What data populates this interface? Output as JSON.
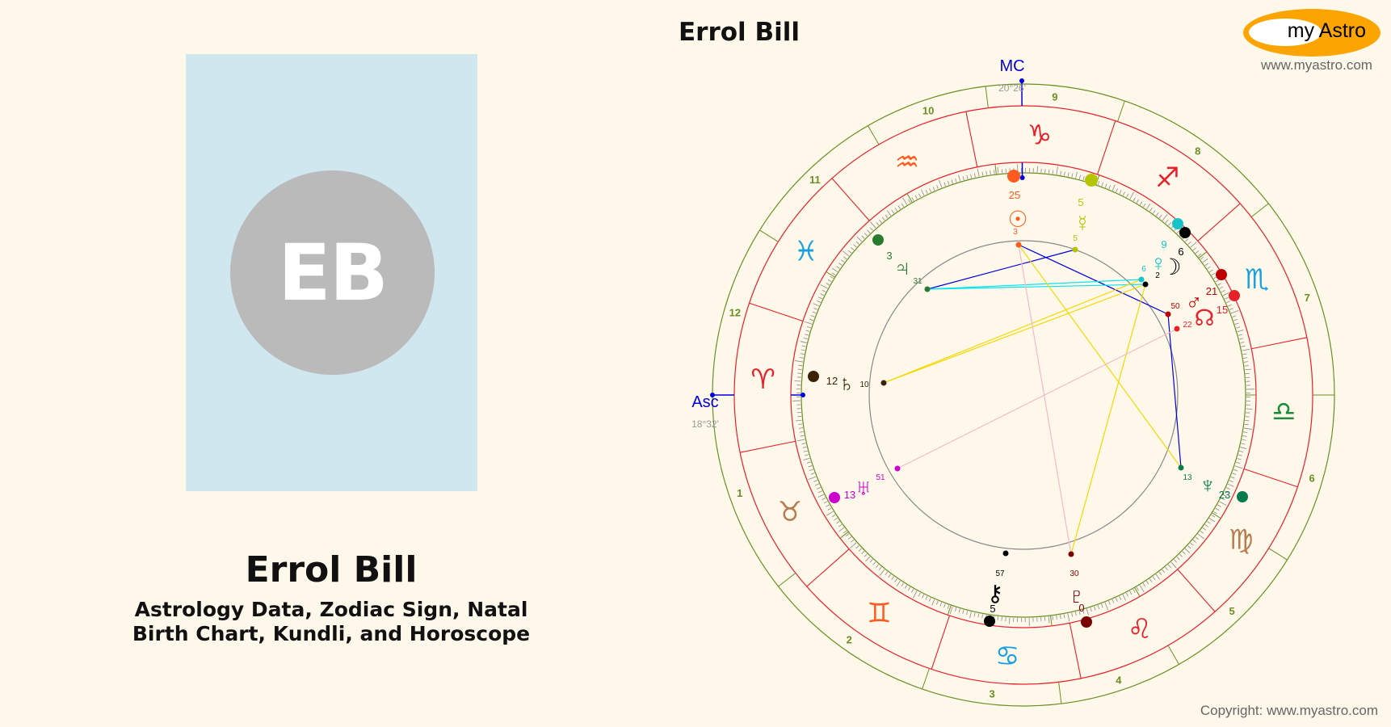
{
  "left_panel": {
    "avatar_initials": "EB",
    "name": "Errol Bill",
    "subtitle_line1": "Astrology Data, Zodiac Sign, Natal",
    "subtitle_line2": "Birth Chart, Kundli, and Horoscope"
  },
  "header": {
    "chart_title": "Errol Bill",
    "logo_text": "my Astro",
    "logo_url": "www.myastro.com"
  },
  "footer": {
    "copyright": "Copyright: www.myastro.com"
  },
  "chart": {
    "mc_label": "MC",
    "mc_degree": "20°26'",
    "asc_label": "Asc",
    "asc_degree": "18°32'",
    "house_numbers": [
      "1",
      "2",
      "3",
      "4",
      "5",
      "6",
      "7",
      "8",
      "9",
      "10",
      "11",
      "12"
    ],
    "zodiac_signs": [
      {
        "name": "aries",
        "glyph": "♈",
        "color": "#e8202a"
      },
      {
        "name": "taurus",
        "glyph": "♉",
        "color": "#b87a50"
      },
      {
        "name": "gemini",
        "glyph": "♊",
        "color": "#ff5a1f"
      },
      {
        "name": "cancer",
        "glyph": "♋",
        "color": "#1aa0e0"
      },
      {
        "name": "leo",
        "glyph": "♌",
        "color": "#e8202a"
      },
      {
        "name": "virgo",
        "glyph": "♍",
        "color": "#b87a50"
      },
      {
        "name": "libra",
        "glyph": "♎",
        "color": "#1e8a3c"
      },
      {
        "name": "scorpio",
        "glyph": "♏",
        "color": "#1aa0e0"
      },
      {
        "name": "sagittarius",
        "glyph": "♐",
        "color": "#e8202a"
      },
      {
        "name": "capricorn",
        "glyph": "♑",
        "color": "#e8202a"
      },
      {
        "name": "aquarius",
        "glyph": "♒",
        "color": "#ff5a1f"
      },
      {
        "name": "pisces",
        "glyph": "♓",
        "color": "#1aa0e0"
      }
    ],
    "planets": [
      {
        "name": "sun",
        "glyph": "☉",
        "deg": "25",
        "min": "3",
        "color": "#ff5a1f"
      },
      {
        "name": "mercury",
        "glyph": "☿",
        "deg": "5",
        "min": "5",
        "color": "#b5c400"
      },
      {
        "name": "venus",
        "glyph": "♀",
        "deg": "9",
        "min": "6",
        "color": "#17c3c8"
      },
      {
        "name": "moon",
        "glyph": "☽",
        "deg": "6",
        "min": "2",
        "color": "#000000"
      },
      {
        "name": "mars",
        "glyph": "♂",
        "deg": "21",
        "min": "50",
        "color": "#c00000"
      },
      {
        "name": "north-node",
        "glyph": "☊",
        "deg": "15",
        "min": "22",
        "color": "#e8202a"
      },
      {
        "name": "neptune",
        "glyph": "♆",
        "deg": "23",
        "min": "13",
        "color": "#0a7a50"
      },
      {
        "name": "pluto",
        "glyph": "♇",
        "deg": "0",
        "min": "30",
        "color": "#7a0000"
      },
      {
        "name": "chiron",
        "glyph": "⚷",
        "deg": "5",
        "min": "57",
        "color": "#000000"
      },
      {
        "name": "uranus",
        "glyph": "♅",
        "deg": "13",
        "min": "51",
        "color": "#cc00cc"
      },
      {
        "name": "saturn",
        "glyph": "♄",
        "deg": "12",
        "min": "10",
        "color": "#3b2205"
      },
      {
        "name": "jupiter",
        "glyph": "♃",
        "deg": "3",
        "min": "31",
        "color": "#2a7a30"
      }
    ],
    "colors": {
      "outer_ring": "#6b8e23",
      "zodiac_ring": "#e8202a",
      "aspect_circle": "#888888",
      "angle_lines": "#0000dd",
      "background": "#fef8eb"
    }
  }
}
